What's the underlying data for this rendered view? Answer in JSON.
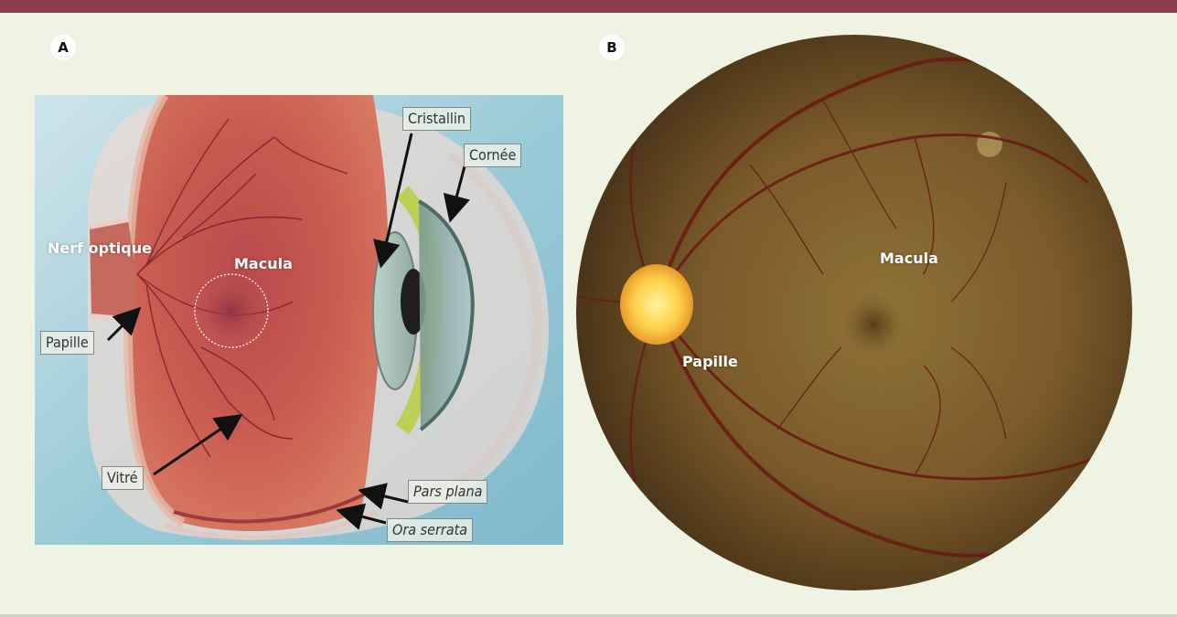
{
  "panels": {
    "a_letter": "A",
    "b_letter": "B"
  },
  "panel_a_labels": {
    "nerf_optique": "Nerf optique",
    "macula": "Macula",
    "papille": "Papille",
    "vitre": "Vitré",
    "cristallin": "Cristallin",
    "cornee": "Cornée",
    "pars_plana": "Pars plana",
    "ora_serrata": "Ora serrata"
  },
  "panel_b_labels": {
    "macula": "Macula",
    "papille": "Papille"
  },
  "colors": {
    "top_bar": "#8d3b4e",
    "background": "#eef3e3",
    "retina_red": "#c4574f",
    "fundus_orange": "#8f6a2d",
    "optic_disc": "#ffd24a"
  }
}
